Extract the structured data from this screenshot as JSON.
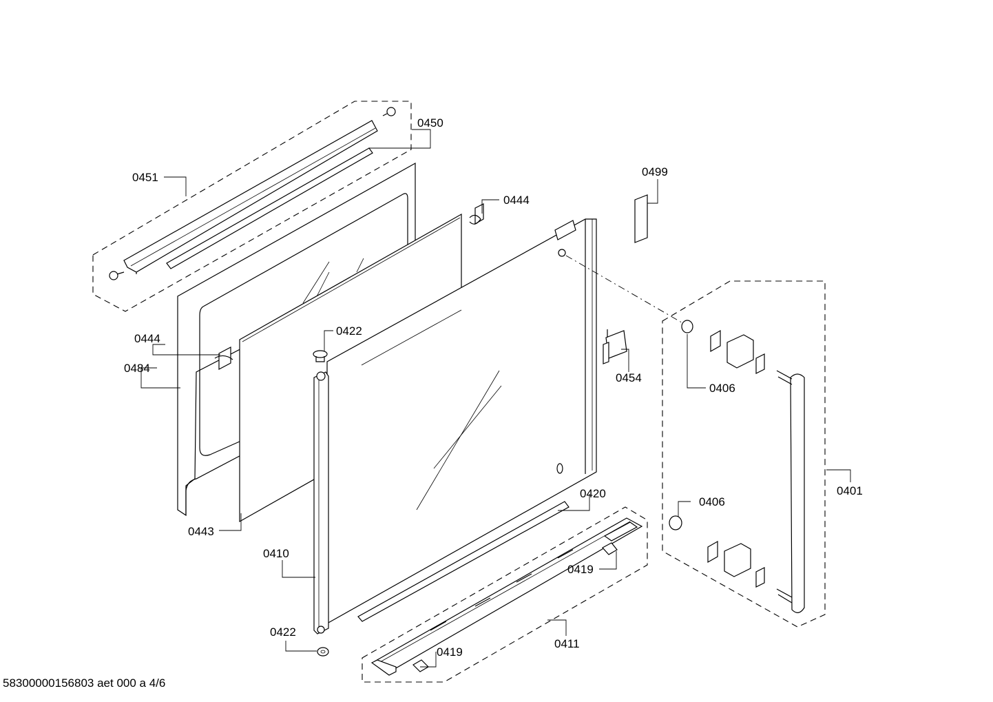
{
  "labels": {
    "p0450": "0450",
    "p0451": "0451",
    "p0499": "0499",
    "p0444_top": "0444",
    "p0444_left": "0444",
    "p0484": "0484",
    "p0422_top": "0422",
    "p0454": "0454",
    "p0406_top": "0406",
    "p0406_bottom": "0406",
    "p0401": "0401",
    "p0420": "0420",
    "p0443": "0443",
    "p0410": "0410",
    "p0419_right": "0419",
    "p0422_bottom": "0422",
    "p0411": "0411",
    "p0419_bottom": "0419"
  },
  "footer": {
    "drawing_id": "58300000156803 aet 000 a 4/6"
  }
}
